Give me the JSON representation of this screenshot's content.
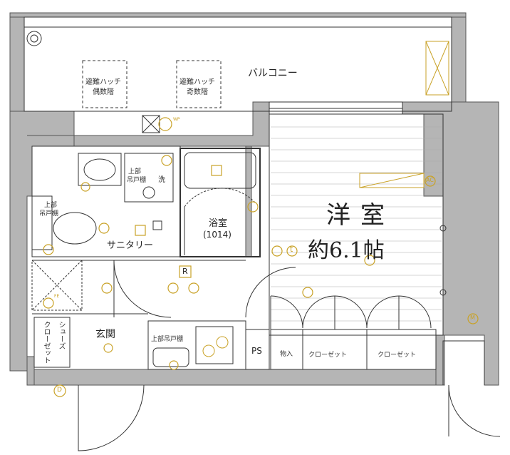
{
  "rooms": {
    "western_room": "洋室",
    "western_room_size": "約6.1帖",
    "balcony": "バルコニー",
    "bathroom": "浴室",
    "bathroom_size": "(1014)",
    "sanitary": "サニタリー",
    "entrance": "玄関"
  },
  "fixtures": {
    "hatch_even": [
      "避難ハッチ",
      "偶数階"
    ],
    "hatch_odd": [
      "避難ハッチ",
      "奇数階"
    ],
    "ps": "PS",
    "storage": "物入",
    "closet_1": "クローゼット",
    "closet_2": "クローゼット",
    "shoes_closet": [
      "シューズ",
      "クローゼット"
    ],
    "upper_shelf_toilet": [
      "上部",
      "吊戸棚"
    ],
    "upper_shelf_wash": [
      "上部",
      "吊戸棚"
    ],
    "wash": "洗",
    "upper_shelf_kitchen": "上部吊戸棚"
  },
  "symbols": {
    "ac": "AC",
    "telephone": "t",
    "meter": "M",
    "door": "D",
    "refrigerator": "R",
    "wp": "WP",
    "fe": "FE"
  },
  "colors": {
    "wall": "#b5b5b5",
    "line": "#333333",
    "equipment": "#c9a227"
  }
}
